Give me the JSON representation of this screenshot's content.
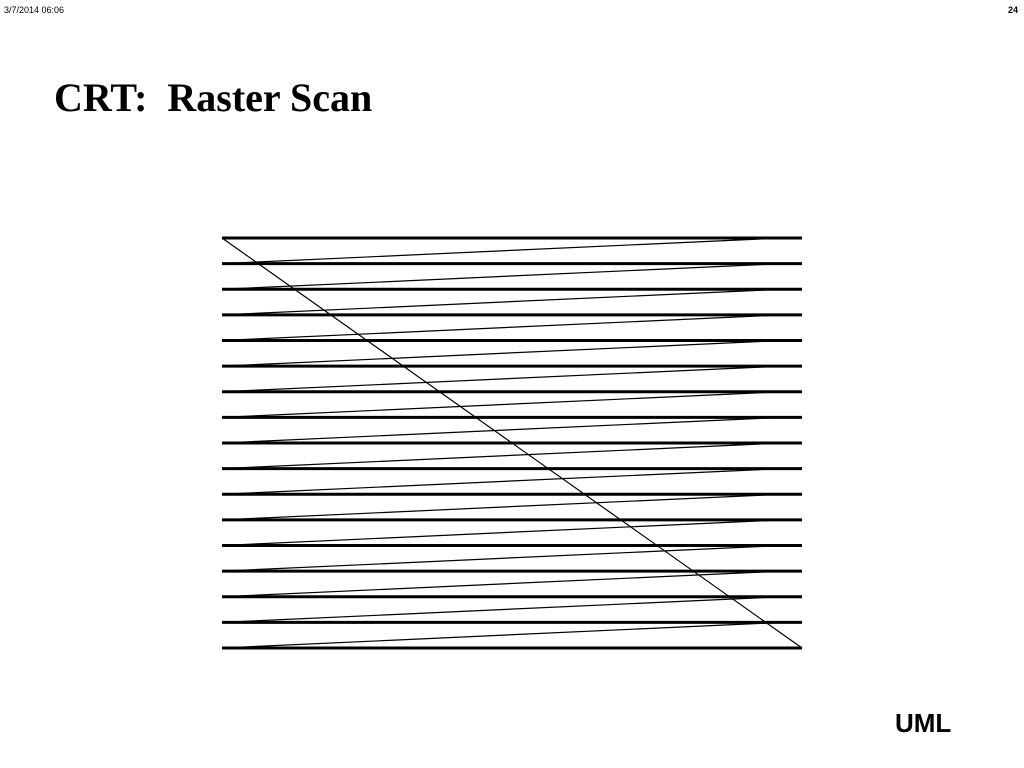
{
  "header": {
    "date": "3/7/2014  06:06",
    "page_number": "24"
  },
  "title": "CRT:  Raster Scan",
  "footer": {
    "label": "UML"
  },
  "diagram": {
    "scan_line_count": 17,
    "line_color": "#000000"
  }
}
